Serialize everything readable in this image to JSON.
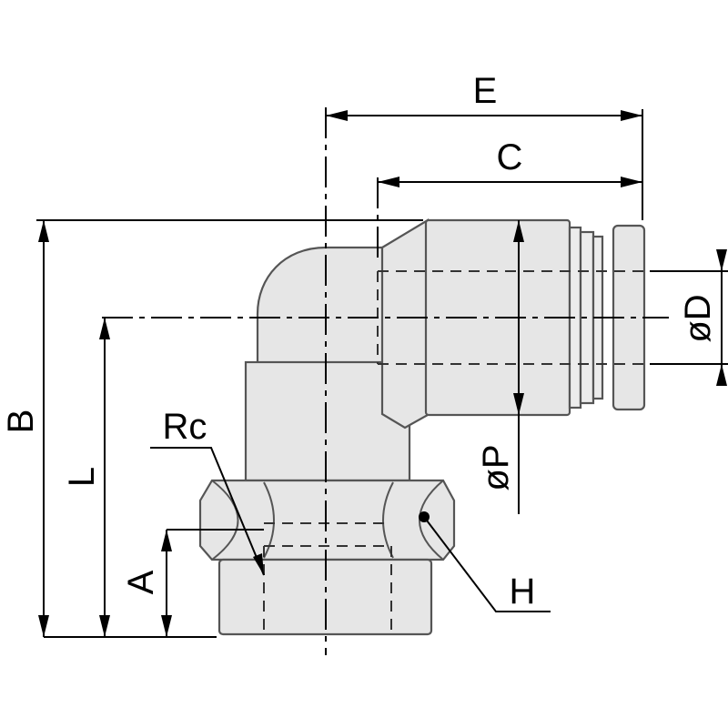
{
  "diagram": {
    "labels": {
      "E": "E",
      "C": "C",
      "B": "B",
      "L": "L",
      "A": "A",
      "Rc": "Rc",
      "H": "H",
      "P": "øP",
      "D": "øD"
    }
  }
}
